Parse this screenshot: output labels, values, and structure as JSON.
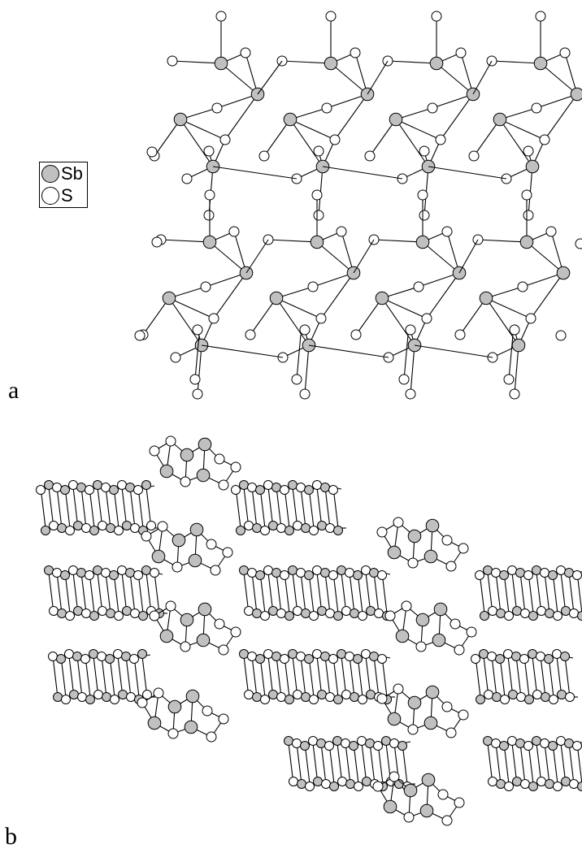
{
  "figure": {
    "panel_a_label": "a",
    "panel_b_label": "b"
  },
  "legend": {
    "items": [
      {
        "label": "Sb",
        "color": "#c0c0c0"
      },
      {
        "label": "S",
        "color": "#ffffff"
      }
    ]
  },
  "colors": {
    "sb_fill": "#c0c0c0",
    "s_fill": "#ffffff",
    "stroke": "#000000"
  }
}
